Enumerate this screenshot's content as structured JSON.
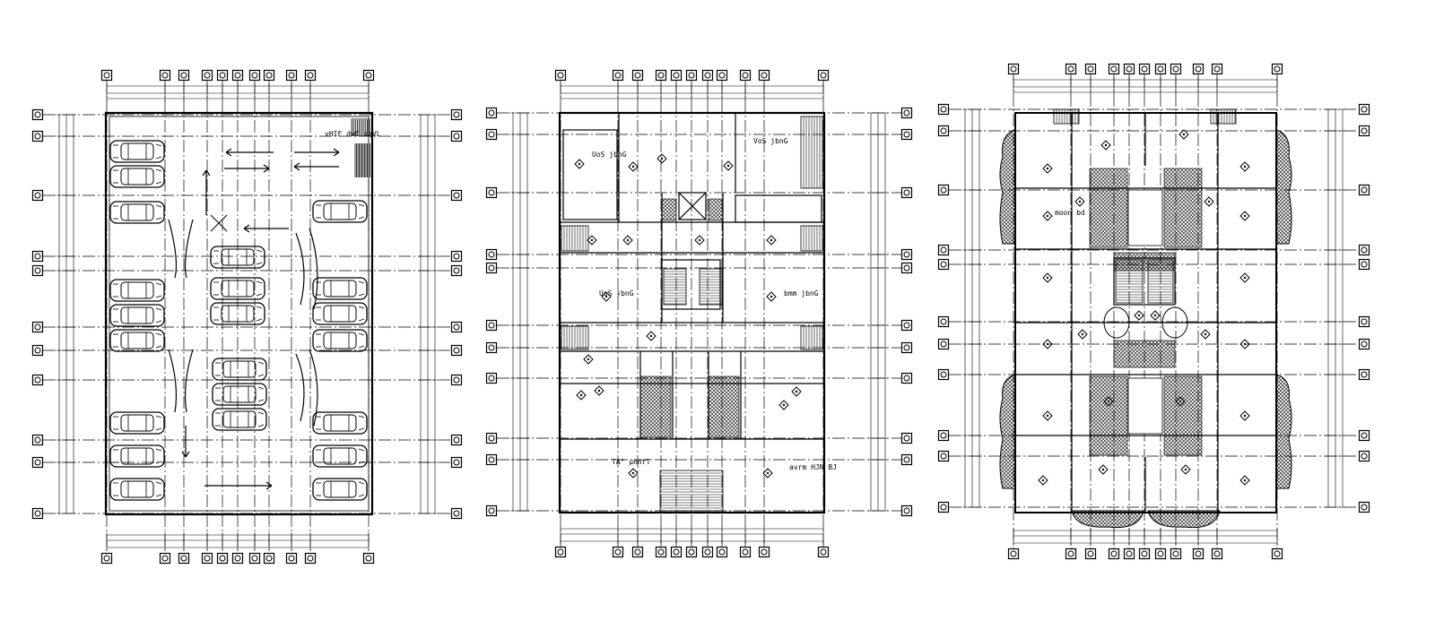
{
  "labels": {
    "parking_note": "vHIF dwC sqVL",
    "ground_room_1": "UoS jbnG",
    "ground_room_2": "UoS jbnG",
    "ground_note": "VoS jbnG",
    "ground_room_lower": "bmm jbnG",
    "ground_bottom_left": "TA° μhnrT",
    "ground_bottom_right": "avrm HJN BJ",
    "typical_room": "moon bd"
  },
  "colors": {
    "ink": "#000000",
    "paper": "#ffffff"
  }
}
